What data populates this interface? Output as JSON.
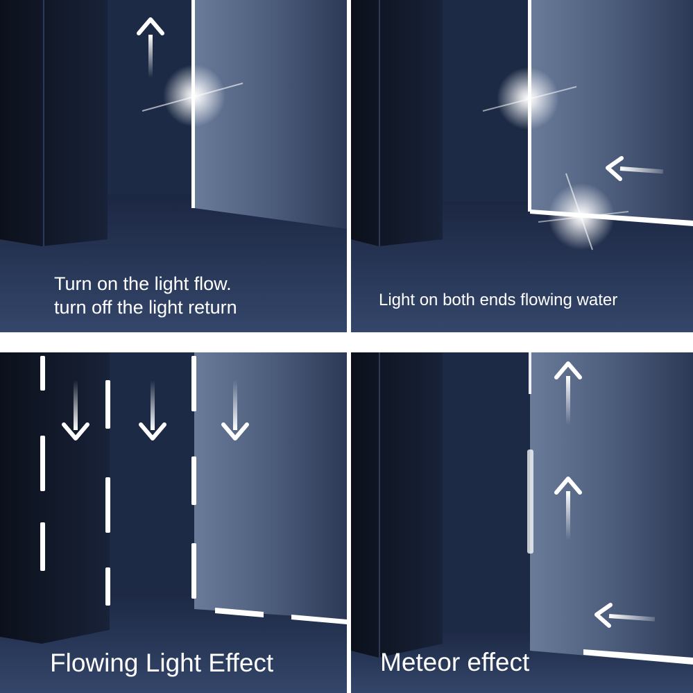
{
  "panels": [
    {
      "caption_line1": "Turn on the light flow.",
      "caption_line2": "turn off the light return"
    },
    {
      "caption": "Light on both ends flowing water"
    },
    {
      "caption": "Flowing Light Effect"
    },
    {
      "caption": "Meteor effect"
    }
  ],
  "colors": {
    "wall_light": "#5e6f8e",
    "wall_dark": "#0e1422",
    "floor": "#24324f",
    "light": "#ffffff"
  },
  "arrows": [
    {
      "panel": 1,
      "direction": "up"
    },
    {
      "panel": 2,
      "direction": "left"
    },
    {
      "panel": 3,
      "direction": "down",
      "count": 3
    },
    {
      "panel": 4,
      "direction": "up",
      "count": 2
    },
    {
      "panel": 4,
      "direction": "left"
    }
  ]
}
